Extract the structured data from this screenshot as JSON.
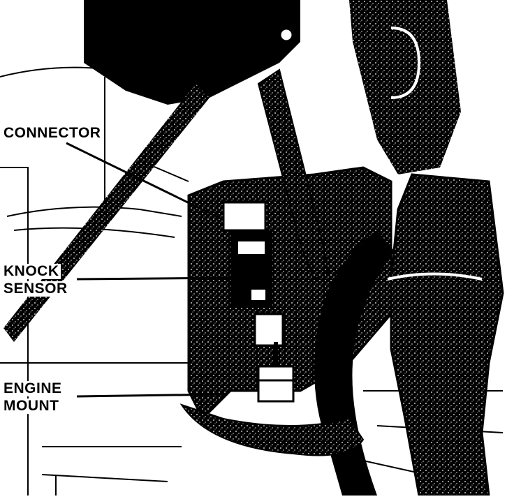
{
  "labels": {
    "connector": "CONNECTOR",
    "knock_sensor_line1": "KNOCK",
    "knock_sensor_line2": "SENSOR",
    "engine_mount_line1": "ENGINE",
    "engine_mount_line2": "MOUNT"
  },
  "colors": {
    "ink": "#000000",
    "paper": "#ffffff"
  }
}
